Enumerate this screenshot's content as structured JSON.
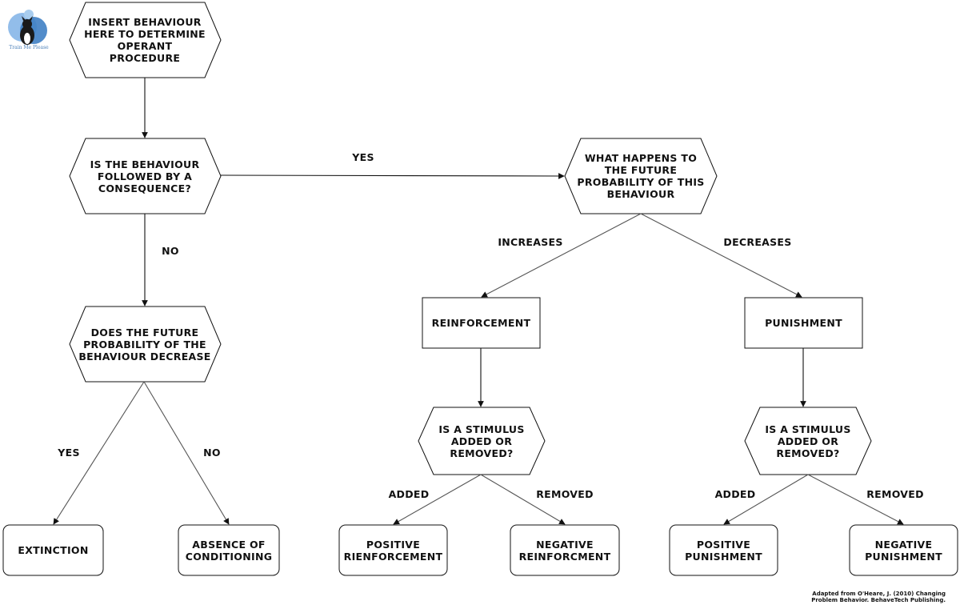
{
  "logo": {
    "brand_text": "Train Me Please",
    "accent": "#5b9bd5"
  },
  "nodes": {
    "start": "INSERT BEHAVIOUR\nHERE TO DETERMINE\nOPERANT\nPROCEDURE",
    "followed": "IS THE BEHAVIOUR\nFOLLOWED BY A\nCONSEQUENCE?",
    "future": "WHAT HAPPENS TO\nTHE FUTURE\nPROBABILITY OF THIS\nBEHAVIOUR",
    "decrease": "DOES THE FUTURE\nPROBABILITY OF THE\nBEHAVIOUR DECREASE",
    "reinforcement": "REINFORCEMENT",
    "punishment": "PUNISHMENT",
    "stimulus_r": "IS A STIMULUS\nADDED OR\nREMOVED?",
    "stimulus_p": "IS A STIMULUS\nADDED OR\nREMOVED?",
    "extinction": "EXTINCTION",
    "absence": "ABSENCE OF\nCONDITIONING",
    "pos_reinf": "POSITIVE\nRIENFORCEMENT",
    "neg_reinf": "NEGATIVE\nREINFORCMENT",
    "pos_pun": "POSITIVE\nPUNISHMENT",
    "neg_pun": "NEGATIVE\nPUNISHMENT"
  },
  "edge_labels": {
    "yes_top": "YES",
    "no_mid": "NO",
    "increases": "INCREASES",
    "decreases": "DECREASES",
    "yes_left": "YES",
    "no_left": "NO",
    "added_r": "ADDED",
    "removed_r": "REMOVED",
    "added_p": "ADDED",
    "removed_p": "REMOVED"
  },
  "footnote": "Adapted from O'Heare, J. (2010) Changing\nProblem Behavior. BehaveTech Publishing."
}
